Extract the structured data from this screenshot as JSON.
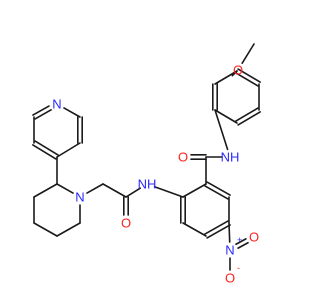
{
  "colors": {
    "bond": "#1a1a1a",
    "carbon": "#1a1a1a",
    "nitrogen": "#2a2aff",
    "oxygen": "#ff2020"
  },
  "atoms": {
    "o_methoxy": {
      "label": "O",
      "element": "oxygen"
    },
    "n_amide": {
      "label": "NH",
      "element": "nitrogen"
    },
    "o_amide1": {
      "label": "O",
      "element": "oxygen"
    },
    "n_pyridine": {
      "label": "N",
      "element": "nitrogen"
    },
    "n_amide2": {
      "label": "NH",
      "element": "nitrogen"
    },
    "n_piperidine": {
      "label": "N",
      "element": "nitrogen"
    },
    "o_amide2": {
      "label": "O",
      "element": "oxygen"
    },
    "n_nitro": {
      "label": "N",
      "element": "nitrogen",
      "charge": "+"
    },
    "o_nitro_top": {
      "label": "O",
      "element": "oxygen"
    },
    "o_nitro_bottom": {
      "label": "O",
      "element": "oxygen",
      "charge": "-"
    }
  }
}
